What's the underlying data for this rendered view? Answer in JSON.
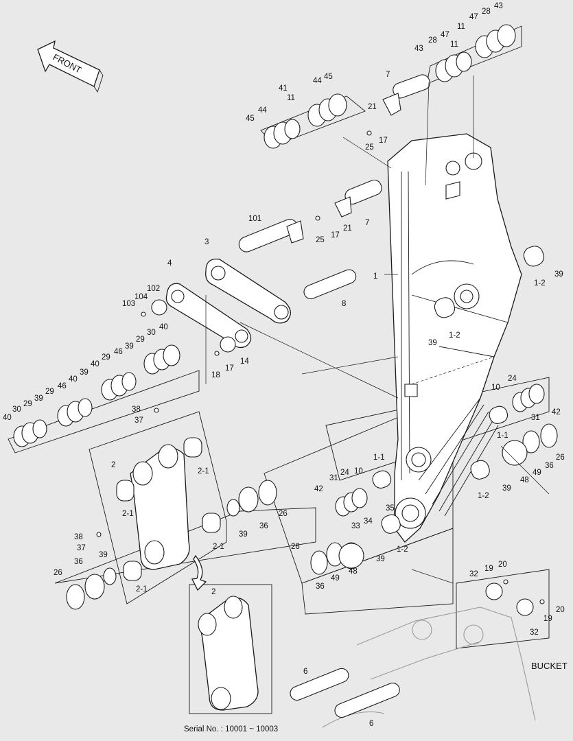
{
  "front_label": "FRONT",
  "bucket_label": "BUCKET",
  "serial_note": "Serial No. : 10001 ~ 10003",
  "callouts": {
    "c43a": "43",
    "c28a": "28",
    "c47a": "47",
    "c11a": "11",
    "c43b": "43",
    "c28b": "28",
    "c47b": "47",
    "c11b": "11",
    "c7a": "7",
    "c21a": "21",
    "c17a": "17",
    "c25a": "25",
    "c44a": "44",
    "c41a": "41",
    "c11c": "11",
    "c44b": "44",
    "c45a": "45",
    "c45b": "45",
    "c101": "101",
    "c3": "3",
    "c25b": "25",
    "c17b": "17",
    "c21b": "21",
    "c7b": "7",
    "c1": "1",
    "c8": "8",
    "c4": "4",
    "c102": "102",
    "c104": "104",
    "c103": "103",
    "c39a": "39",
    "c12a": "1-2",
    "c39b": "39",
    "c12b": "1-2",
    "c40a": "40",
    "c30a": "30",
    "c29a": "29",
    "c39c": "39",
    "c46a": "46",
    "c40b": "40",
    "c39d": "39",
    "c29b": "29",
    "c46b": "46",
    "c29c": "29",
    "c39e": "39",
    "c40c": "40",
    "c29d": "29",
    "c30b": "30",
    "c40d": "40",
    "c18": "18",
    "c17c": "17",
    "c14": "14",
    "c24a": "24",
    "c10a": "10",
    "c31a": "31",
    "c42a": "42",
    "c11d": "1-1",
    "c26a": "26",
    "c36a": "36",
    "c49a": "49",
    "c48a": "48",
    "c39f": "39",
    "c12c": "1-2",
    "c38a": "38",
    "c37a": "37",
    "c2a": "2",
    "c21c": "2-1",
    "c21d": "2-1",
    "c21e": "2-1",
    "c21f": "2-1",
    "c26b": "26",
    "c36b": "36",
    "c39g": "39",
    "c38b": "38",
    "c37b": "37",
    "c39h": "39",
    "c36c": "36",
    "c26c": "26",
    "c11e": "1-1",
    "c10b": "10",
    "c24b": "24",
    "c31b": "31",
    "c42b": "42",
    "c35": "35",
    "c34": "34",
    "c33": "33",
    "c12d": "1-2",
    "c39i": "39",
    "c26d": "26",
    "c36d": "36",
    "c49b": "49",
    "c48b": "48",
    "c2b": "2",
    "c32a": "32",
    "c19a": "19",
    "c20a": "20",
    "c32b": "32",
    "c19b": "19",
    "c20b": "20",
    "c6a": "6",
    "c6b": "6"
  }
}
